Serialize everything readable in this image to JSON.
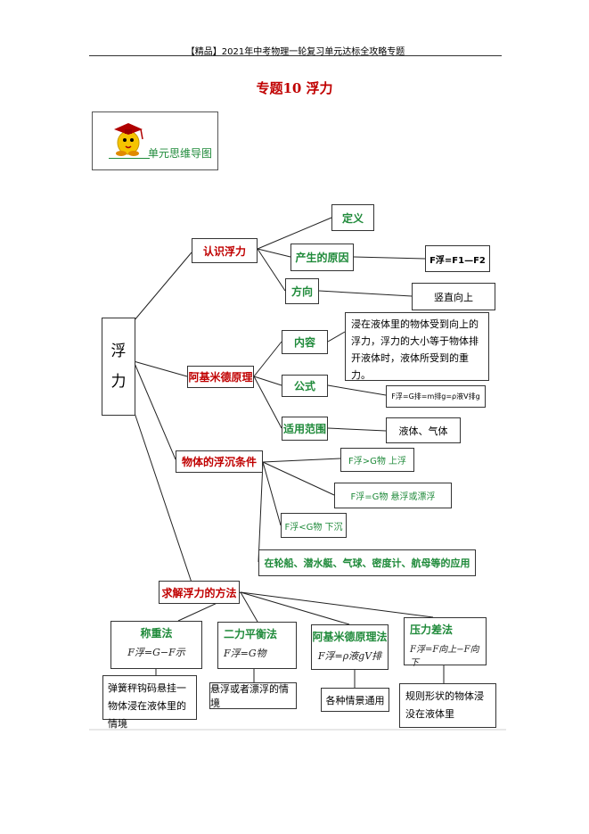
{
  "header": {
    "text": "【精品】2021年中考物理一轮复习单元达标全攻略专题"
  },
  "title": "专题10 浮力",
  "logo": {
    "label": "单元思维导图"
  },
  "mindmap": {
    "root": [
      "浮",
      "力"
    ],
    "branch1": {
      "label": "认识浮力",
      "items": [
        "定义",
        "产生的原因",
        "方向"
      ],
      "cause_formula": "F浮=F1—F2",
      "direction_value": "竖直向上"
    },
    "branch2": {
      "label": "阿基米德原理",
      "items": [
        "内容",
        "公式",
        "适用范围"
      ],
      "content_text": "浸在液体里的物体受到向上的浮力，浮力的大小等于物体排开液体时，液体所受到的重力。",
      "formula": "F浮=G排=m排g=ρ液V排g",
      "scope": "液体、气体"
    },
    "branch3": {
      "label": "物体的浮沉条件",
      "conditions": [
        "F浮>G物 上浮",
        "F浮=G物 悬浮或漂浮",
        "F浮<G物 下沉"
      ],
      "application": "在轮船、潜水艇、气球、密度计、航母等的应用"
    },
    "branch4": {
      "label": "求解浮力的方法",
      "methods": [
        {
          "title": "称重法",
          "formula": "F浮=G−F示",
          "use": "弹簧秤钩码悬挂一物体浸在液体里的情境"
        },
        {
          "title": "二力平衡法",
          "formula": "F浮=G物",
          "use": "悬浮或者漂浮的情境"
        },
        {
          "title": "阿基米德原理法",
          "formula": "F浮=ρ液gV排",
          "use": "各种情景通用"
        },
        {
          "title": "压力差法",
          "formula": "F浮=F向上−F向下",
          "use": "规则形状的物体浸没在液体里"
        }
      ]
    }
  }
}
